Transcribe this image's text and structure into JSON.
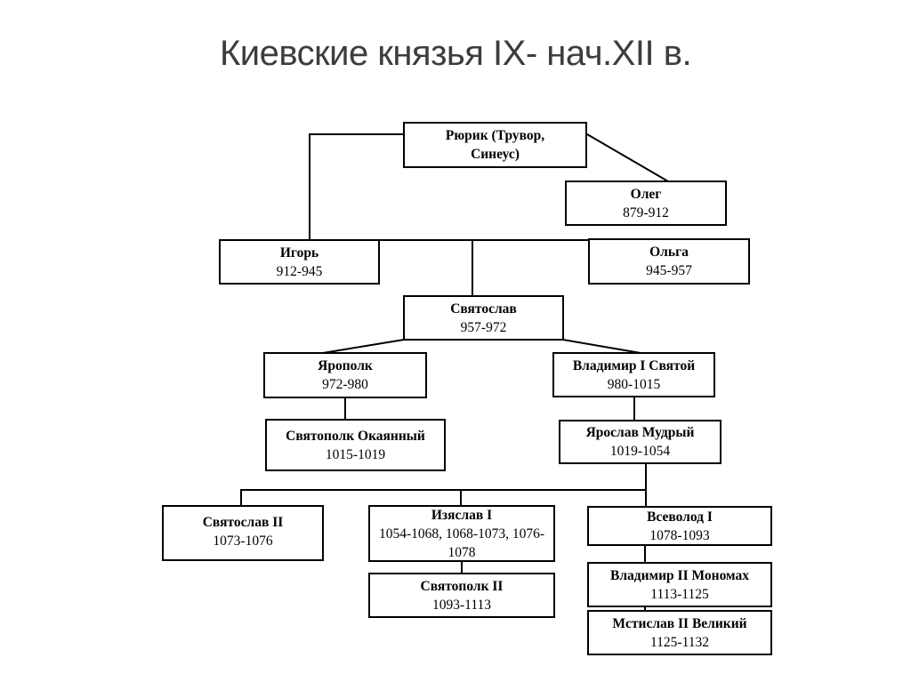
{
  "title": "Киевские князья IX- нач.XII в.",
  "colors": {
    "background": "#ffffff",
    "box_border": "#000000",
    "box_fill": "#ffffff",
    "text": "#000000",
    "title_text": "#3d3d3d",
    "connector_line": "#000000"
  },
  "diagram": {
    "type": "family-tree",
    "nodes": [
      {
        "id": "rurik",
        "name": "Рюрик (Трувор, Синеус)",
        "dates": ""
      },
      {
        "id": "oleg",
        "name": "Олег",
        "dates": "879-912"
      },
      {
        "id": "igor",
        "name": "Игорь",
        "dates": "912-945"
      },
      {
        "id": "olga",
        "name": "Ольга",
        "dates": "945-957"
      },
      {
        "id": "svyatoslav",
        "name": "Святослав",
        "dates": "957-972"
      },
      {
        "id": "yaropolk",
        "name": "Ярополк",
        "dates": "972-980"
      },
      {
        "id": "vladimir-1-svyatoy",
        "name": "Владимир I Святой",
        "dates": "980-1015"
      },
      {
        "id": "svyatopolk-okayanny",
        "name": "Святополк Окаянный",
        "dates": "1015-1019"
      },
      {
        "id": "yaroslav-mudry",
        "name": "Ярослав Мудрый",
        "dates": "1019-1054"
      },
      {
        "id": "svyatoslav-2",
        "name": "Святослав II",
        "dates": "1073-1076"
      },
      {
        "id": "izyaslav-1",
        "name": "Изяслав I",
        "dates": "1054-1068, 1068-1073, 1076-1078"
      },
      {
        "id": "vsevolod-1",
        "name": "Всеволод I",
        "dates": "1078-1093"
      },
      {
        "id": "svyatopolk-2",
        "name": "Святополк II",
        "dates": "1093-1113"
      },
      {
        "id": "vladimir-2-monomakh",
        "name": "Владимир II Мономах",
        "dates": "1113-1125"
      },
      {
        "id": "mstislav-2-veliky",
        "name": "Мстислав II Великий",
        "dates": "1125-1132"
      }
    ],
    "edges": [
      "Рюрик — Игорь",
      "Рюрик — Олег",
      "Игорь — Ольга",
      "Игорь/Ольга — Святослав",
      "Святослав — Ярополк",
      "Святослав — Владимир I Святой",
      "Ярополк — Святополк Окаянный",
      "Владимир I Святой — Ярослав Мудрый",
      "Ярослав Мудрый — Святослав II",
      "Ярослав Мудрый — Изяслав I",
      "Ярослав Мудрый — Всеволод I",
      "Изяслав I — Святополк II",
      "Всеволод I — Владимир II Мономах",
      "Владимир II Мономах — Мстислав II Великий"
    ]
  }
}
